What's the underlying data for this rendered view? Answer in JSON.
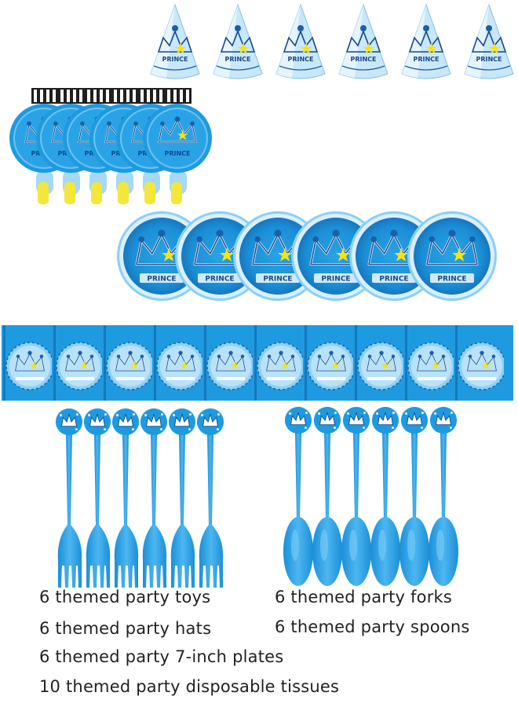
{
  "product": {
    "hat_label": "PRINCE",
    "blower_label": "PRINCE",
    "plate_label": "PRINCE",
    "counts": {
      "hats": 6,
      "toys": 6,
      "plates": 6,
      "tissues": 10,
      "forks": 6,
      "spoons": 6
    },
    "colors": {
      "primary_blue": "#1e9be0",
      "light_blue": "#9fd3f5",
      "dark_blue": "#1a5fa8",
      "star_yellow": "#f5e31a",
      "mouthpiece_yellow": "#f3e73a"
    }
  },
  "captions": {
    "toys": "6 themed party toys",
    "hats": "6 themed party hats",
    "plates": "6 themed party 7-inch plates",
    "tissues": "10 themed party disposable tissues",
    "forks": "6 themed party forks",
    "spoons": "6 themed party spoons"
  }
}
